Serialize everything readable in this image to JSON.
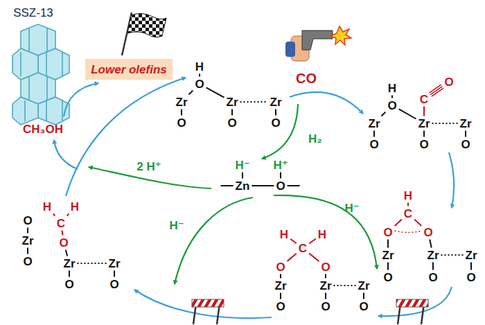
{
  "diagram": {
    "nodes": [
      {
        "text": [
          "Lower olefins"
        ]
      }
    ],
    "labels": [
      "SSZ-13",
      "CH₃OH",
      "H",
      "O",
      "Zr",
      "Zr",
      "Zr",
      "O",
      "O",
      "O",
      "CO",
      "H₂",
      "H",
      "O",
      "C",
      "O",
      "Zr",
      "Zr",
      "Zr",
      "O",
      "O",
      "O",
      "H⁻",
      "H⁺",
      "Zn",
      "O",
      "2 H⁺",
      "H⁻",
      "H⁻",
      "H",
      "C",
      "O",
      "O",
      "Zr",
      "Zr",
      "Zr",
      "O",
      "O",
      "O",
      "H",
      "C",
      "H",
      "O",
      "O",
      "Zr",
      "Zr",
      "Zr",
      "O",
      "O",
      "O",
      "O",
      "Zr",
      "O",
      "H",
      "C",
      "H",
      "O",
      "Zr",
      "Zr",
      "O",
      "O"
    ]
  }
}
